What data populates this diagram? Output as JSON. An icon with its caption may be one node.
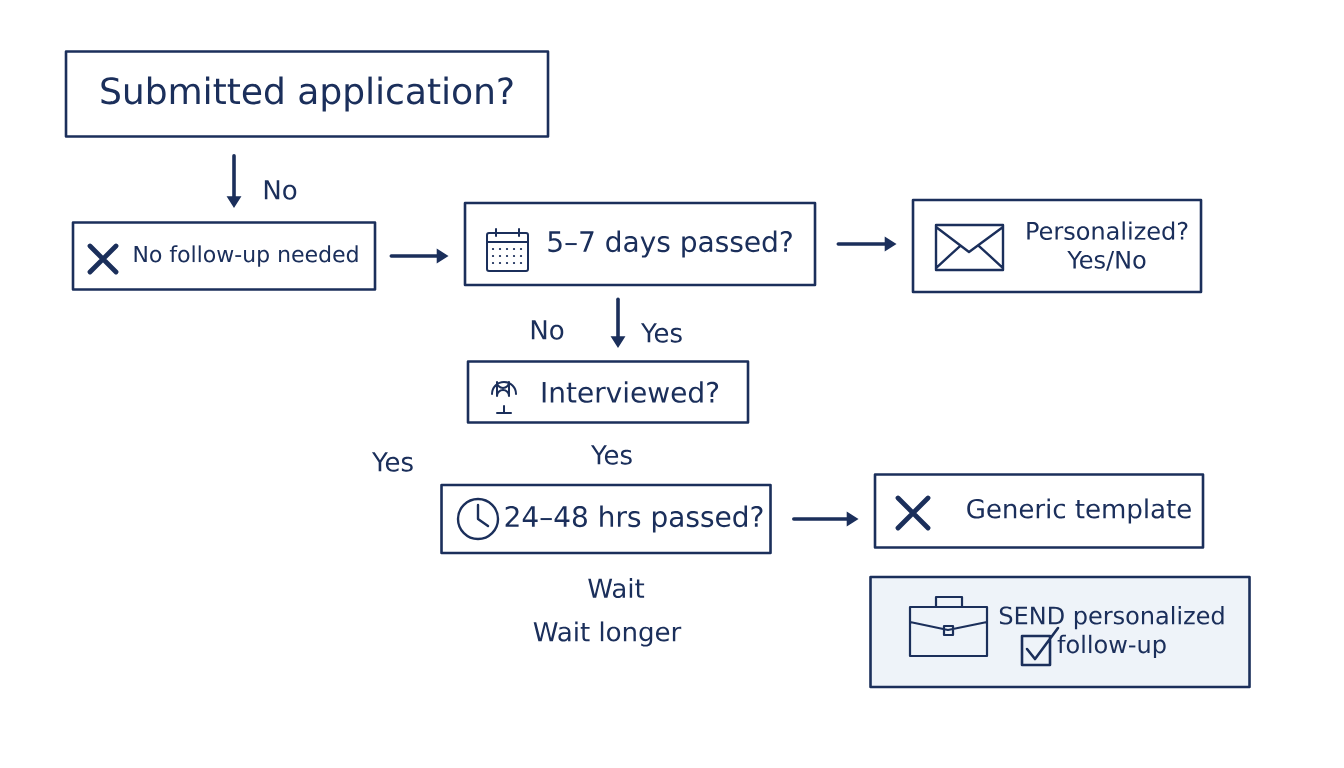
{
  "diagram": {
    "nodes": [
      {
        "text": [
          "Submitted application?"
        ]
      },
      {
        "text": [
          "No follow-up needed"
        ]
      },
      {
        "text": [
          "5–7 days passed?"
        ]
      },
      {
        "text": [
          "Personalized? Yes/No"
        ]
      },
      {
        "text": [
          "Interviewed?"
        ]
      },
      {
        "text": [
          "24–48 hrs passed?"
        ]
      },
      {
        "text": [
          "Generic template"
        ]
      },
      {
        "text": [
          "SEND personalized follow-up"
        ]
      }
    ],
    "edges": [
      {
        "from": 0,
        "to": 1,
        "arrow": "to",
        "label": "No"
      },
      {
        "from": 1,
        "to": 2,
        "arrow": "to"
      },
      {
        "from": 2,
        "to": 3,
        "arrow": "to"
      },
      {
        "from": 2,
        "to": 4,
        "arrow": "to",
        "label": "Yes"
      },
      {
        "from": 5,
        "to": 6,
        "arrow": "to"
      }
    ],
    "labels": [
      "No",
      "Yes",
      "Yes",
      "Wait",
      "Wait longer"
    ]
  }
}
